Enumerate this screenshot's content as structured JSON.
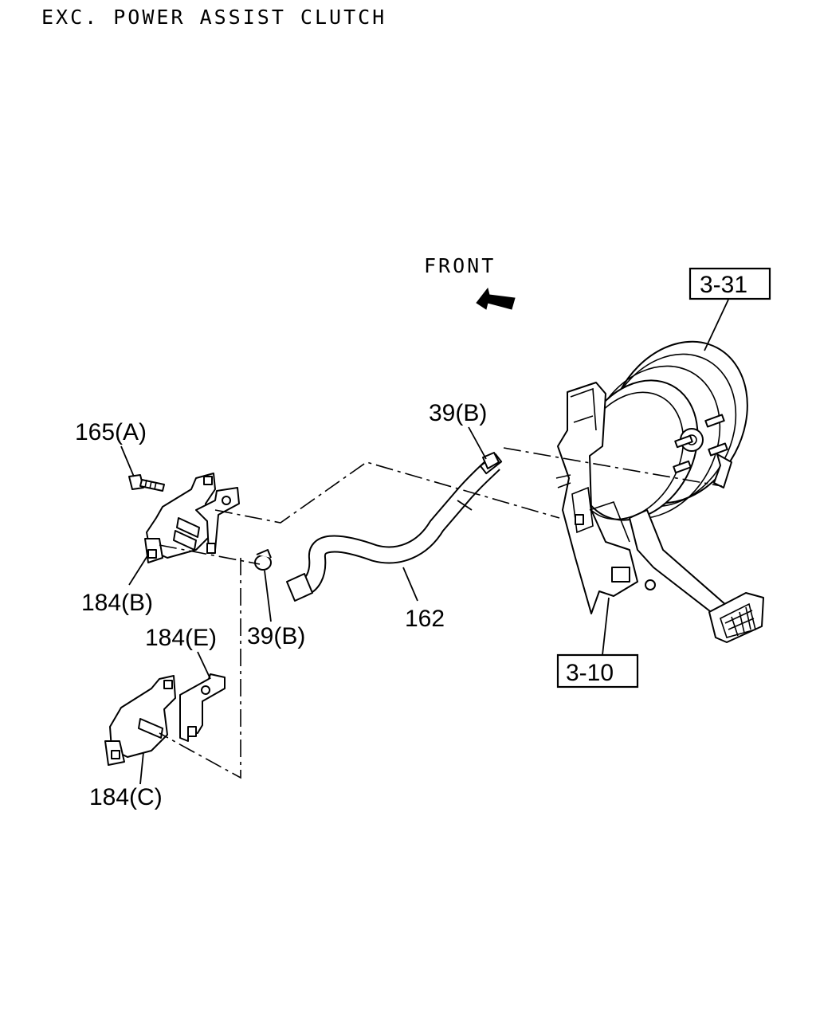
{
  "header": {
    "title": "EXC. POWER ASSIST CLUTCH"
  },
  "direction": {
    "label": "FRONT",
    "arrow_icon": "front-arrow-icon"
  },
  "callouts": {
    "bolt_165a": "165(A)",
    "bracket_184b": "184(B)",
    "bracket_184e": "184(E)",
    "bracket_184c": "184(C)",
    "clip_39b_lower": "39(B)",
    "clip_39b_upper": "39(B)",
    "hose_162": "162"
  },
  "references": {
    "booster": "3-31",
    "pedal": "3-10"
  }
}
